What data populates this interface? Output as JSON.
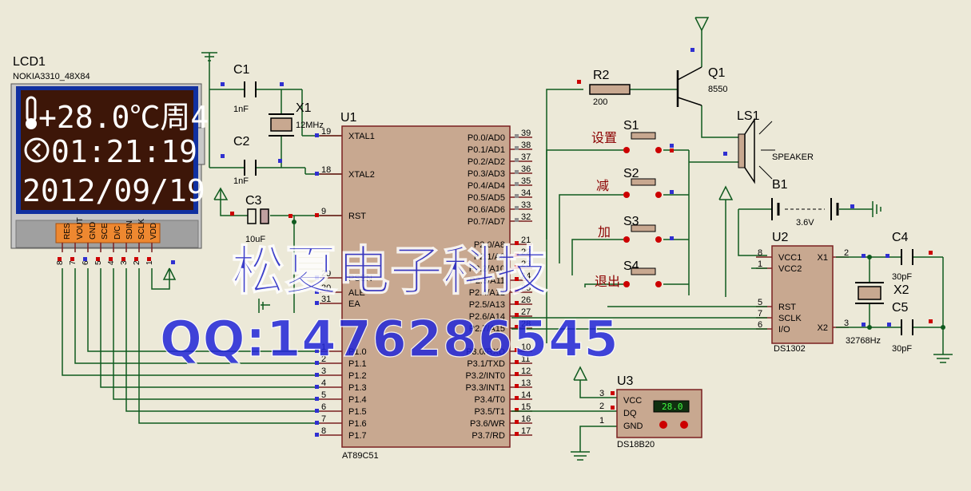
{
  "lcd": {
    "ref": "LCD1",
    "model": "NOKIA3310_48X84",
    "line1": "+28.0℃周4",
    "line2": "01:21:19",
    "line3": "2012/09/19",
    "pins": [
      "RES",
      "VOUT",
      "GND",
      "SCE",
      "D/C",
      "SDIN",
      "SCLK",
      "VDD"
    ],
    "pin_nums": [
      "8",
      "7",
      "6",
      "5",
      "4",
      "3",
      "2",
      "1"
    ]
  },
  "c1": {
    "ref": "C1",
    "val": "1nF"
  },
  "c2": {
    "ref": "C2",
    "val": "1nF"
  },
  "c3": {
    "ref": "C3",
    "val": "10uF"
  },
  "x1": {
    "ref": "X1",
    "val": "12MHz"
  },
  "u1": {
    "ref": "U1",
    "name": "AT89C51",
    "left_pins": [
      {
        "n": "19",
        "l": "XTAL1"
      },
      {
        "n": "18",
        "l": "XTAL2"
      },
      {
        "n": "9",
        "l": "RST"
      },
      {
        "n": "29",
        "l": "PSEN"
      },
      {
        "n": "30",
        "l": "ALE"
      },
      {
        "n": "31",
        "l": "EA"
      },
      {
        "n": "1",
        "l": "P1.0"
      },
      {
        "n": "2",
        "l": "P1.1"
      },
      {
        "n": "3",
        "l": "P1.2"
      },
      {
        "n": "4",
        "l": "P1.3"
      },
      {
        "n": "5",
        "l": "P1.4"
      },
      {
        "n": "6",
        "l": "P1.5"
      },
      {
        "n": "7",
        "l": "P1.6"
      },
      {
        "n": "8",
        "l": "P1.7"
      }
    ],
    "right_pins": [
      {
        "n": "39",
        "l": "P0.0/AD0"
      },
      {
        "n": "38",
        "l": "P0.1/AD1"
      },
      {
        "n": "37",
        "l": "P0.2/AD2"
      },
      {
        "n": "36",
        "l": "P0.3/AD3"
      },
      {
        "n": "35",
        "l": "P0.4/AD4"
      },
      {
        "n": "34",
        "l": "P0.5/AD5"
      },
      {
        "n": "33",
        "l": "P0.6/AD6"
      },
      {
        "n": "32",
        "l": "P0.7/AD7"
      },
      {
        "n": "21",
        "l": "P2.0/A8"
      },
      {
        "n": "22",
        "l": "P2.1/A9"
      },
      {
        "n": "23",
        "l": "P2.2/A10"
      },
      {
        "n": "24",
        "l": "P2.3/A11"
      },
      {
        "n": "25",
        "l": "P2.4/A12"
      },
      {
        "n": "26",
        "l": "P2.5/A13"
      },
      {
        "n": "27",
        "l": "P2.6/A14"
      },
      {
        "n": "28",
        "l": "P2.7/A15"
      },
      {
        "n": "10",
        "l": "P3.0/RXD"
      },
      {
        "n": "11",
        "l": "P3.1/TXD"
      },
      {
        "n": "12",
        "l": "P3.2/INT0"
      },
      {
        "n": "13",
        "l": "P3.3/INT1"
      },
      {
        "n": "14",
        "l": "P3.4/T0"
      },
      {
        "n": "15",
        "l": "P3.5/T1"
      },
      {
        "n": "16",
        "l": "P3.6/WR"
      },
      {
        "n": "17",
        "l": "P3.7/RD"
      }
    ]
  },
  "r2": {
    "ref": "R2",
    "val": "200"
  },
  "q1": {
    "ref": "Q1",
    "val": "8550"
  },
  "ls1": {
    "ref": "LS1",
    "val": "SPEAKER"
  },
  "switches": [
    {
      "ref": "S1",
      "label": "设置"
    },
    {
      "ref": "S2",
      "label": "减"
    },
    {
      "ref": "S3",
      "label": "加"
    },
    {
      "ref": "S4",
      "label": "退出"
    }
  ],
  "b1": {
    "ref": "B1",
    "val": "3.6V"
  },
  "u2": {
    "ref": "U2",
    "name": "DS1302",
    "pins": [
      {
        "n": "8",
        "l": "VCC1"
      },
      {
        "n": "1",
        "l": "VCC2"
      },
      {
        "n": "5",
        "l": "RST"
      },
      {
        "n": "7",
        "l": "SCLK"
      },
      {
        "n": "6",
        "l": "I/O"
      },
      {
        "n": "2",
        "l": "X1"
      },
      {
        "n": "3",
        "l": "X2"
      }
    ]
  },
  "c4": {
    "ref": "C4",
    "val": "30pF"
  },
  "c5": {
    "ref": "C5",
    "val": "30pF"
  },
  "x2": {
    "ref": "X2",
    "val": "32768Hz"
  },
  "u3": {
    "ref": "U3",
    "name": "DS18B20",
    "temp": "28.0",
    "pins": [
      {
        "n": "3",
        "l": "VCC"
      },
      {
        "n": "2",
        "l": "DQ"
      },
      {
        "n": "1",
        "l": "GND"
      }
    ]
  },
  "watermark": {
    "line1": "松夏电子科技",
    "line2": "QQ:1476286545"
  },
  "colors": {
    "background": "#ece9d8",
    "wire": "#0f5a1e",
    "chip_body": "#c8a890",
    "lcd_bg": "#3d1608",
    "lcd_frame": "#1030a0",
    "watermark": "#1e22c8"
  }
}
